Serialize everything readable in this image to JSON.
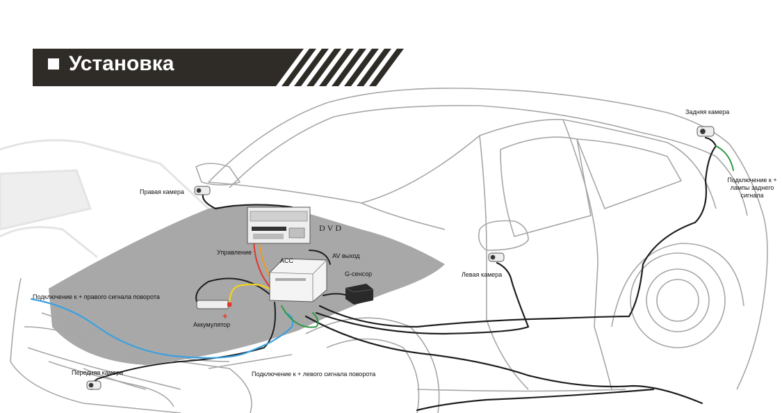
{
  "header": {
    "title": "Установка"
  },
  "labels": {
    "rear_camera": "Задняя камера",
    "rear_signal": "Подключение к + лампы заднего сигнала",
    "right_camera": "Правая камера",
    "dvd": "DVD",
    "control": "Управление",
    "acc": "ACC",
    "av_out": "AV выход",
    "g_sensor": "G-сенсор",
    "left_camera": "Левая камера",
    "right_turn": "Подключение к + правого сигнала поворота",
    "battery": "Аккумулятор",
    "front_camera": "Передняя камера",
    "left_turn": "Подключение к + левого сигнала поворота",
    "plus_sign": "+"
  },
  "colors": {
    "header_bg": "#2f2b27",
    "shade": "#999999",
    "wire_blue": "#3aa1e0",
    "wire_yellow": "#f2d21b",
    "wire_red": "#e5332a",
    "wire_orange": "#f09b1c",
    "wire_green": "#2e9a44",
    "wire_black": "#1e1e1e",
    "outline": "#a6a6a6"
  },
  "icons": [
    "camera-icon",
    "dvd-unit-icon",
    "control-box-icon",
    "g-sensor-icon",
    "battery-icon"
  ]
}
